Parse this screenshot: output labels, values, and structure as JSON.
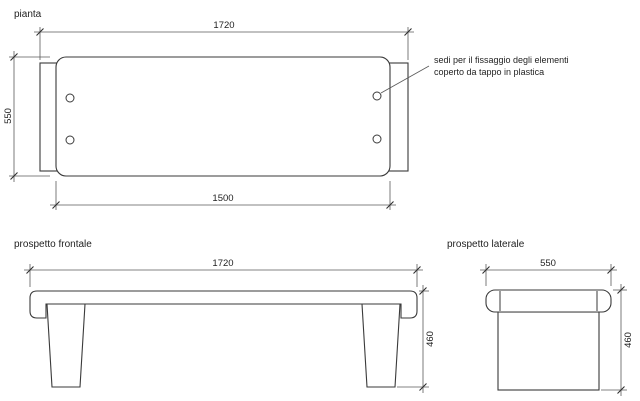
{
  "views": {
    "plan": {
      "label": "pianta",
      "dim_overall_width": "1720",
      "dim_depth": "550",
      "dim_seat_width": "1500"
    },
    "front": {
      "label": "prospetto frontale",
      "dim_width": "1720",
      "dim_height": "460"
    },
    "side": {
      "label": "prospetto laterale",
      "dim_width": "550",
      "dim_height": "460"
    }
  },
  "annotation": {
    "line1": "sedi per il fissaggio degli elementi",
    "line2": "coperto da tappo in plastica"
  },
  "colors": {
    "object_line": "#3a3a3a",
    "dimension_line": "#5a5a5a",
    "text": "#1f1f1f",
    "background": "#ffffff"
  }
}
